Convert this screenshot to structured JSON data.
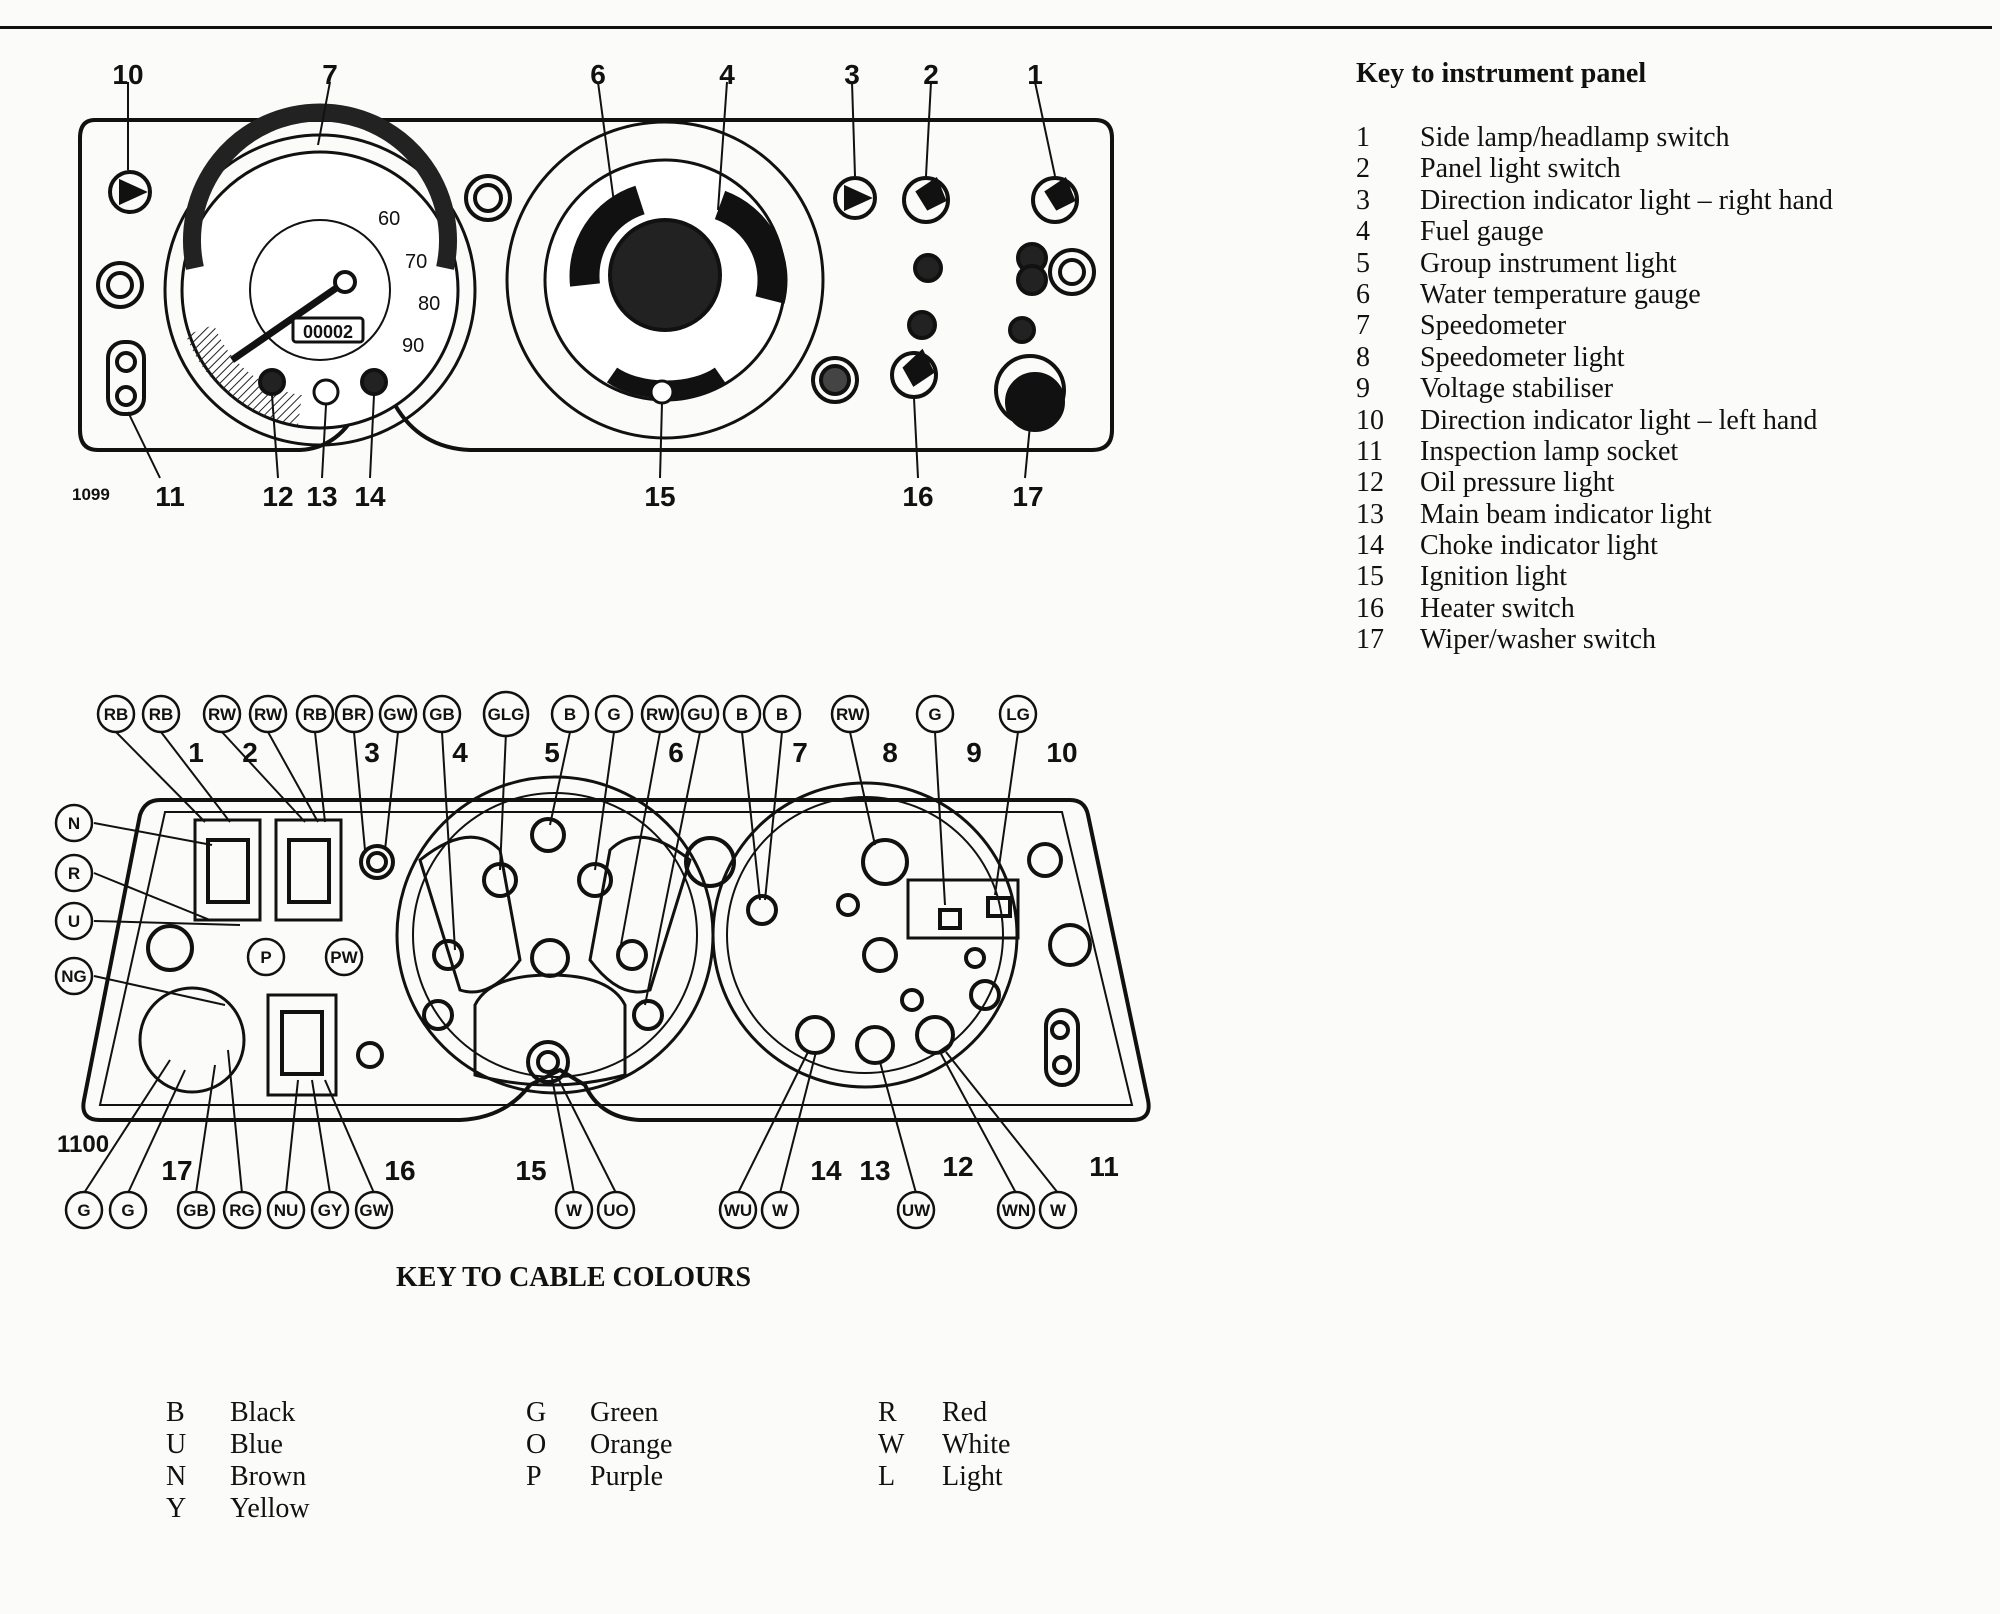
{
  "key": {
    "title": "Key to instrument panel",
    "items": [
      {
        "num": "1",
        "label": "Side lamp/headlamp switch"
      },
      {
        "num": "2",
        "label": "Panel light switch"
      },
      {
        "num": "3",
        "label": "Direction indicator light – right hand"
      },
      {
        "num": "4",
        "label": "Fuel gauge"
      },
      {
        "num": "5",
        "label": "Group instrument light"
      },
      {
        "num": "6",
        "label": "Water temperature gauge"
      },
      {
        "num": "7",
        "label": "Speedometer"
      },
      {
        "num": "8",
        "label": "Speedometer light"
      },
      {
        "num": "9",
        "label": "Voltage stabiliser"
      },
      {
        "num": "10",
        "label": "Direction indicator light – left hand"
      },
      {
        "num": "11",
        "label": "Inspection lamp socket"
      },
      {
        "num": "12",
        "label": "Oil pressure light"
      },
      {
        "num": "13",
        "label": "Main beam indicator light"
      },
      {
        "num": "14",
        "label": "Choke indicator light"
      },
      {
        "num": "15",
        "label": "Ignition light"
      },
      {
        "num": "16",
        "label": "Heater switch"
      },
      {
        "num": "17",
        "label": "Wiper/washer switch"
      }
    ]
  },
  "figures": {
    "front_id": "1099",
    "rear_id": "1100",
    "odometer": "00002",
    "speedo_marks": [
      "60",
      "70",
      "80",
      "90"
    ]
  },
  "front_callouts": [
    "10",
    "7",
    "6",
    "4",
    "3",
    "2",
    "1",
    "11",
    "12",
    "13",
    "14",
    "15",
    "16",
    "17"
  ],
  "rear_callouts": [
    "1",
    "2",
    "3",
    "4",
    "5",
    "6",
    "7",
    "8",
    "9",
    "10",
    "17",
    "16",
    "15",
    "14",
    "13",
    "12",
    "11"
  ],
  "cable_circles": {
    "top": [
      "RB",
      "RB",
      "RW",
      "RW",
      "RB",
      "BR",
      "GW",
      "GB",
      "GLG",
      "B",
      "G",
      "RW",
      "GU",
      "B",
      "B",
      "RW",
      "G",
      "LG"
    ],
    "left": [
      "N",
      "R",
      "U",
      "NG"
    ],
    "middle": [
      "P",
      "PW"
    ],
    "bottom": [
      "G",
      "G",
      "GB",
      "RG",
      "NU",
      "GY",
      "GW",
      "W",
      "UO",
      "WU",
      "W",
      "UW",
      "WN",
      "W"
    ]
  },
  "colours": {
    "title": "KEY TO CABLE COLOURS",
    "columns": [
      [
        {
          "code": "B",
          "name": "Black"
        },
        {
          "code": "U",
          "name": "Blue"
        },
        {
          "code": "N",
          "name": "Brown"
        },
        {
          "code": "Y",
          "name": "Yellow"
        }
      ],
      [
        {
          "code": "G",
          "name": "Green"
        },
        {
          "code": "O",
          "name": "Orange"
        },
        {
          "code": "P",
          "name": "Purple"
        }
      ],
      [
        {
          "code": "R",
          "name": "Red"
        },
        {
          "code": "W",
          "name": "White"
        },
        {
          "code": "L",
          "name": "Light"
        }
      ]
    ]
  }
}
